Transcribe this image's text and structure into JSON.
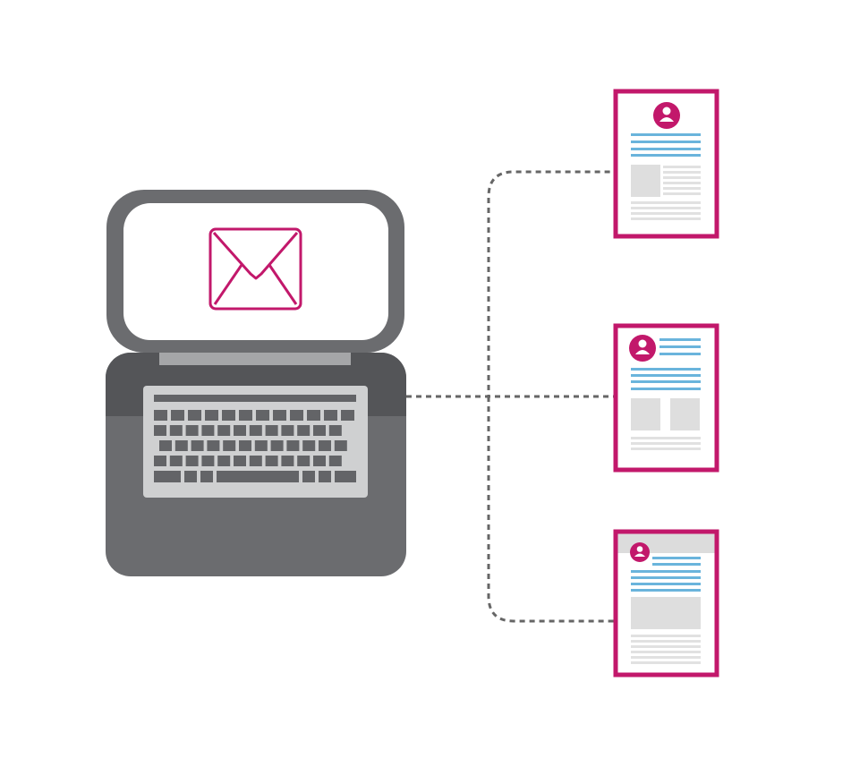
{
  "colors": {
    "background": "#ffffff",
    "accent": "#c2186b",
    "laptop_dark": "#6b6c6f",
    "laptop_darker": "#545558",
    "laptop_hinge": "#a5a6a8",
    "keyboard_bg": "#cfd0d1",
    "key": "#636467",
    "screen": "#ffffff",
    "connector": "#666666",
    "doc_text_blue": "#6ab4dc",
    "doc_block_gray": "#dedede",
    "doc_line_gray": "#e1e1e1",
    "doc_header_gray": "#dcdcdc"
  },
  "diagram": {
    "nodes": [
      {
        "id": "laptop",
        "kind": "laptop",
        "icon": "envelope-icon"
      },
      {
        "id": "doc-1",
        "kind": "document",
        "layout": "avatar-top-centered",
        "icon": "user-icon"
      },
      {
        "id": "doc-2",
        "kind": "document",
        "layout": "avatar-left-two-blocks",
        "icon": "user-icon"
      },
      {
        "id": "doc-3",
        "kind": "document",
        "layout": "header-band-wide-block",
        "icon": "user-icon"
      }
    ],
    "edges": [
      {
        "from": "laptop",
        "to": "doc-1",
        "style": "dashed"
      },
      {
        "from": "laptop",
        "to": "doc-2",
        "style": "dashed"
      },
      {
        "from": "laptop",
        "to": "doc-3",
        "style": "dashed"
      }
    ]
  }
}
